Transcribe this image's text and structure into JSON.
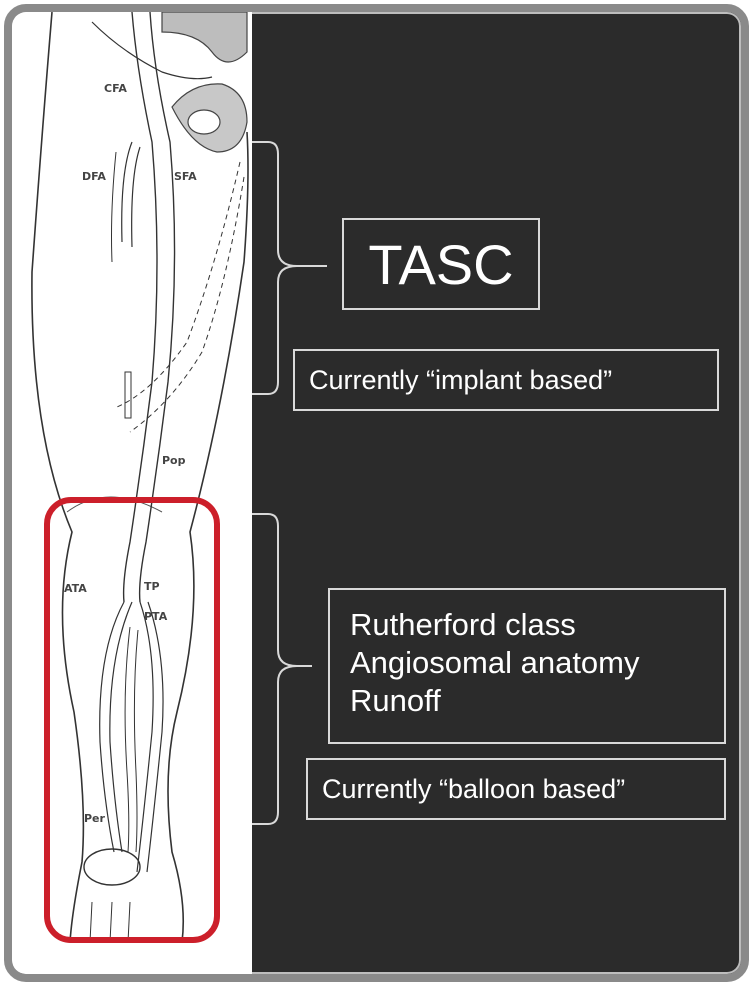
{
  "labels": {
    "cfa": "CFA",
    "dfa": "DFA",
    "sfa": "SFA",
    "pop": "Pop",
    "ata": "ATA",
    "tp": "TP",
    "pta": "PTA",
    "per": "Per"
  },
  "upper": {
    "title": "TASC",
    "note": "Currently “implant based”"
  },
  "lower": {
    "criteria": [
      "Rutherford class",
      "Angiosomal anatomy",
      "Runoff"
    ],
    "note": "Currently “balloon based”"
  },
  "colors": {
    "panel": "#2b2b2b",
    "highlight": "#cc1f2a",
    "frame": "#8a8a8a"
  }
}
